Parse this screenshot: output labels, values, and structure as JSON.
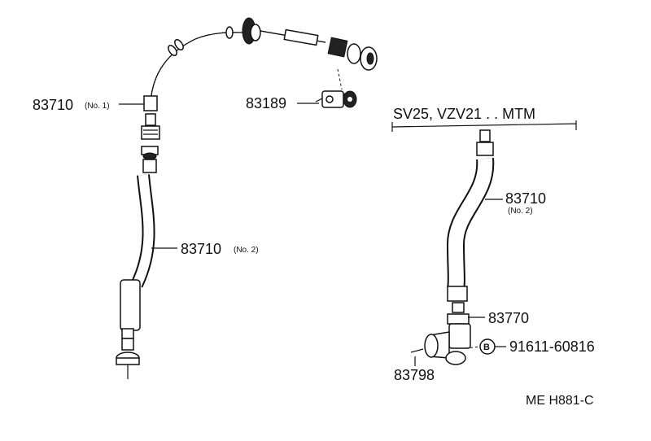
{
  "labels": {
    "cable_upper_no": "83710",
    "cable_upper_tag": "(No. 1)",
    "cable_lower_no": "83710",
    "cable_lower_tag": "(No. 2)",
    "clamp_no": "83189",
    "variant_title": "SV25, VZV21 . . MTM",
    "right_cable_no": "83710",
    "right_cable_tag": "(No. 2)",
    "gear_no": "83770",
    "bolt_marker": "B",
    "bolt_no": "91611-60816",
    "pin_no": "83798",
    "figure_code": "ME H881-C"
  }
}
